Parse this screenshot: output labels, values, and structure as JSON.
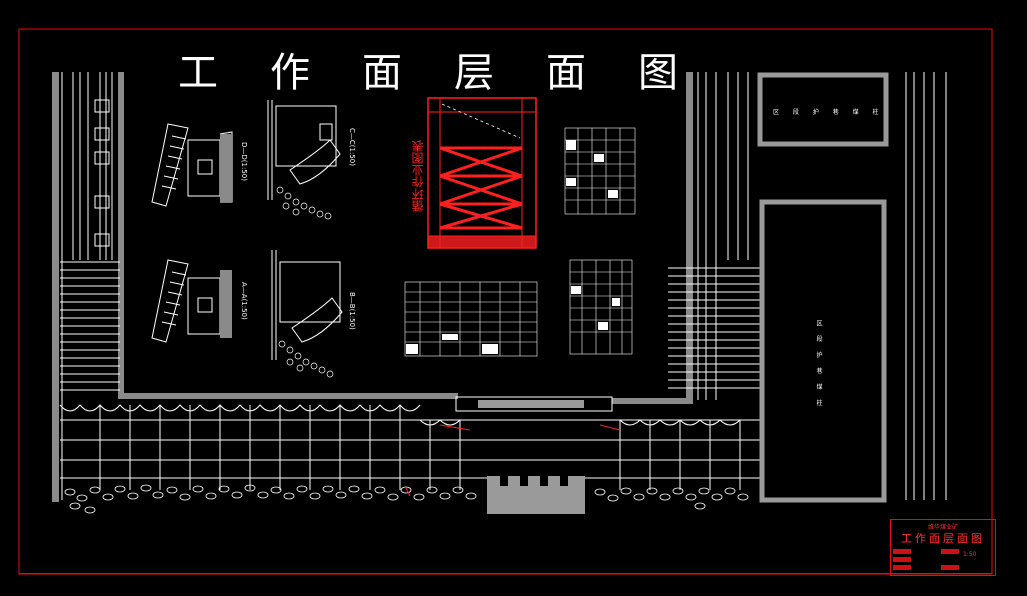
{
  "drawing": {
    "title_chars": [
      "工",
      "作",
      "面",
      "层",
      "面",
      "图"
    ],
    "section_labels": {
      "d": "D—D(1:50)",
      "c": "C—C(1:50)",
      "a": "A—A(1:50)",
      "b": "B—B(1:50)"
    },
    "cycle_chart_label": "循环作业图表",
    "legend_box_top": "区 段 护 巷 煤 柱",
    "legend_box_right": "区 段 护 巷 煤 柱"
  },
  "title_block": {
    "company": "维华煤业矿",
    "title": "工作面层面图",
    "scale": "1:50"
  },
  "colors": {
    "frame": "#e01010",
    "lines": "#ffffff",
    "wall": "#8a8a8a",
    "accent": "#ff2020"
  }
}
